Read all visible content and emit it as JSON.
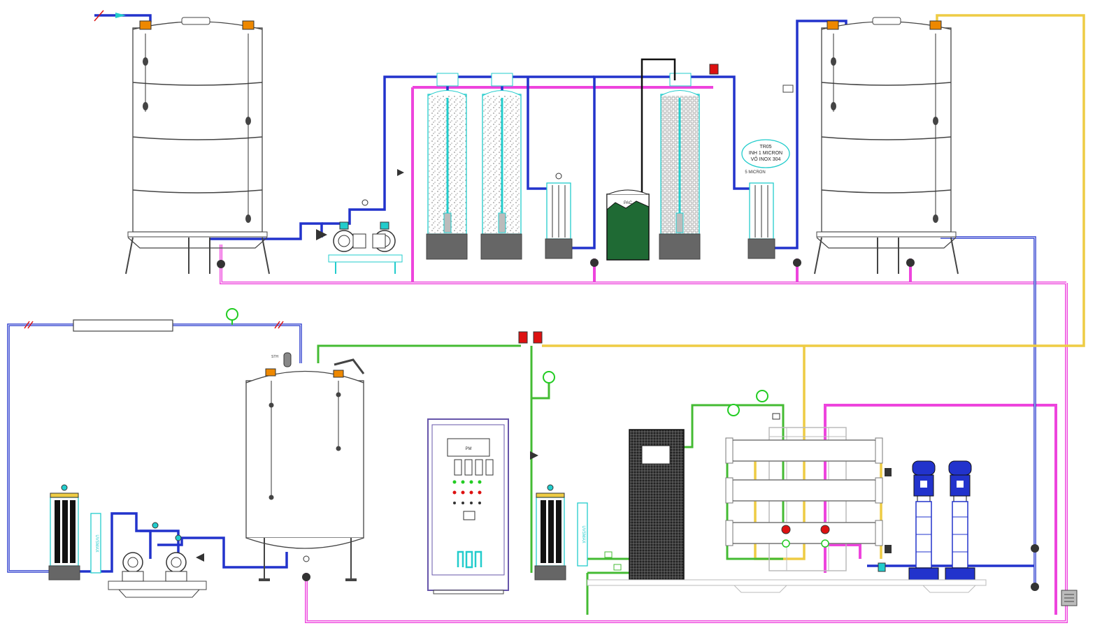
{
  "diagram": {
    "labels": {
      "filter_callout_line1": "TR05",
      "filter_callout_line2": "INH 1 MICRON",
      "filter_callout_line3": "VỎ INOX 304",
      "filter_tag": "5 MICRON",
      "dosing_tank": "PAC",
      "storage_tank_tag": "STH",
      "control_panel_display": "PM",
      "uv_left": "UVSMAX",
      "uv_right": "UVSMAX"
    },
    "colors": {
      "raw_water": "#2233cc",
      "drain": "#ee44dd",
      "permeate": "#44bb33",
      "concentrate": "#eecc44",
      "equipment_outline": "#444444",
      "accent_cyan": "#22cccc",
      "valve_orange": "#ee8800",
      "alarm_red": "#dd1111",
      "gauge_green": "#22cc22",
      "dosing_green": "#1f6a34",
      "base_gray": "#666666"
    },
    "icons": {
      "tank": "vertical-storage-tank-icon",
      "pump": "centrifugal-pump-icon",
      "filter_column": "filter-column-icon",
      "cartridge_filter": "cartridge-filter-icon",
      "pressure_gauge": "pressure-gauge-icon",
      "valve": "valve-icon",
      "level_switch": "level-switch-icon",
      "control_panel": "electrical-control-panel-icon",
      "ro_rack": "reverse-osmosis-rack-icon",
      "booster_pump": "vertical-multistage-pump-icon",
      "uv_lamp": "uv-sterilizer-icon",
      "heat_exchanger": "heat-exchanger-icon"
    }
  }
}
